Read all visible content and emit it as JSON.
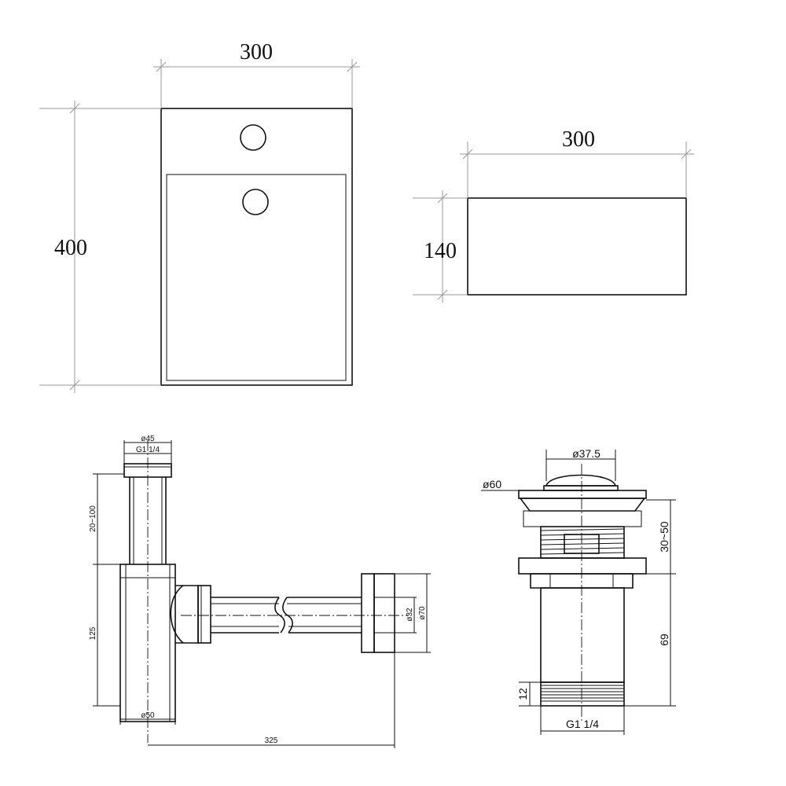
{
  "basin_top_view": {
    "width_label": "300",
    "height_label": "400"
  },
  "basin_side_view": {
    "width_label": "300",
    "height_label": "140"
  },
  "bottle_trap": {
    "top_diameter": "ø45",
    "top_thread": "G1 1/4",
    "height_range": "20~100",
    "body_height": "125",
    "bottom_diameter": "ø50",
    "length": "325",
    "outlet_diameter": "ø32",
    "flange_diameter": "ø70"
  },
  "drain_valve": {
    "cap_diameter": "ø37.5",
    "flange_diameter": "ø60",
    "adjust_range": "30~50",
    "body_height": "69",
    "thread_height": "12",
    "thread": "G1 1/4"
  }
}
